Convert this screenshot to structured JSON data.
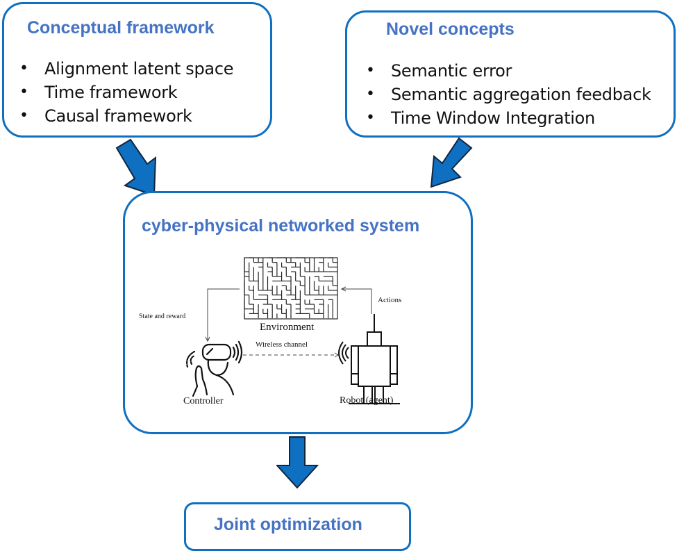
{
  "colors": {
    "box_border": "#0f6fc0",
    "title_text": "#4472c4",
    "arrow_fill": "#0f6fc0",
    "arrow_stroke": "#10253f"
  },
  "conceptual": {
    "title": "Conceptual framework",
    "items": [
      "Alignment latent space",
      "Time framework",
      "Causal framework"
    ]
  },
  "novel": {
    "title": "Novel concepts",
    "items": [
      "Semantic error",
      "Semantic aggregation feedback",
      "Time Window Integration"
    ]
  },
  "system": {
    "title": "cyber-physical networked system",
    "figure": {
      "environment_label": "Environment",
      "state_reward_label": "State and reward",
      "actions_label": "Actions",
      "wireless_label": "Wireless channel",
      "controller_label": "Controller",
      "robot_label": "Robot (agent)"
    }
  },
  "output": {
    "title": "Joint optimization"
  }
}
